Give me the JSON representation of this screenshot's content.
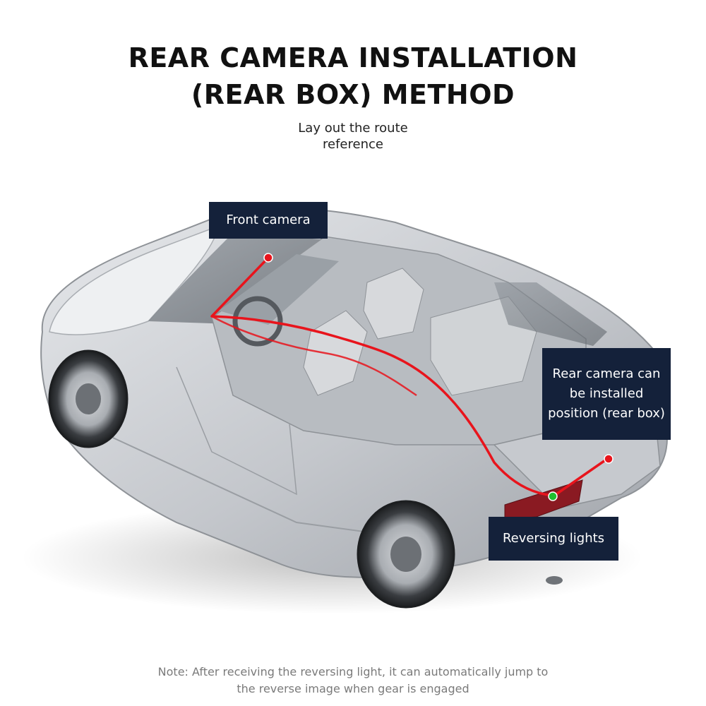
{
  "header": {
    "title_line1": "REAR CAMERA INSTALLATION",
    "title_line2": "(REAR BOX) METHOD",
    "subtitle_line1": "Lay out the route",
    "subtitle_line2": "reference"
  },
  "labels": {
    "front_camera": "Front camera",
    "rear_camera_line1": "Rear camera can",
    "rear_camera_line2": "be installed",
    "rear_camera_line3": "position (rear box)",
    "reversing_lights": "Reversing lights"
  },
  "note": {
    "line1": "Note: After receiving the reversing light, it can automatically jump to",
    "line2": "the reverse image when gear is engaged"
  },
  "colors": {
    "label_bg": "#14213a",
    "route_line": "#e8141c",
    "marker_red": "#e8141c",
    "marker_green": "#1fbf2f",
    "car_body": "#c8cbd0"
  }
}
